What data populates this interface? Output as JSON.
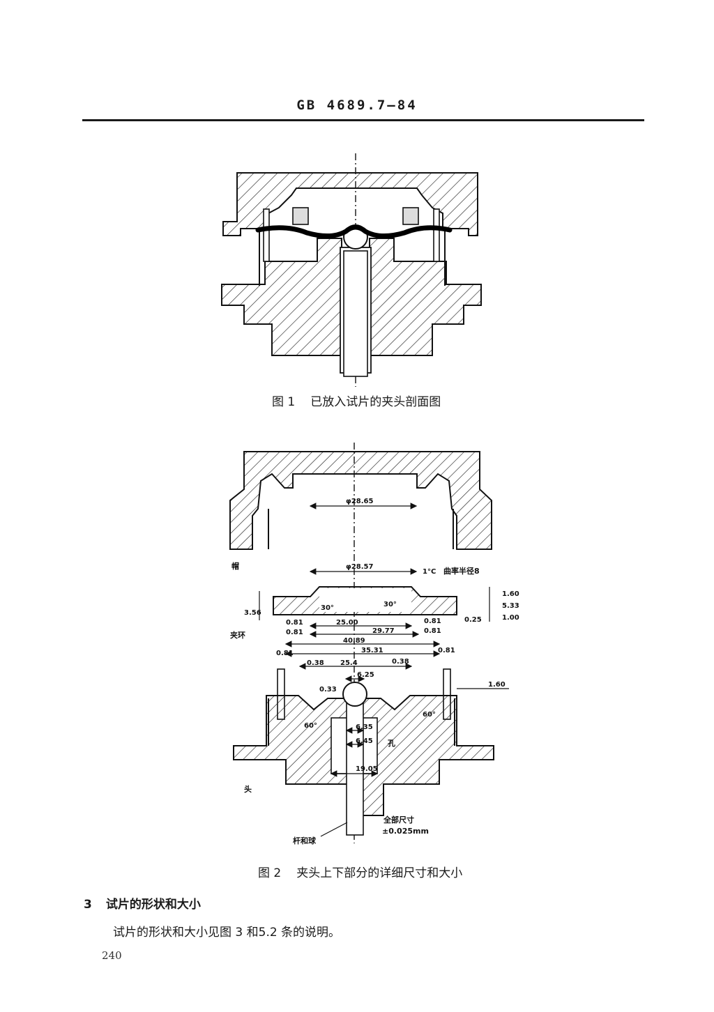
{
  "header": {
    "code": "GB 4689.7—84"
  },
  "figure1": {
    "number": "图 1",
    "title": "已放入试片的夹头剖面图"
  },
  "figure2": {
    "number": "图 2",
    "title": "夹头上下部分的详细尺寸和大小",
    "labels": {
      "cap": "帽",
      "clamp_ring": "夹环",
      "head": "头",
      "rod_ball": "杆和球",
      "hole": "孔",
      "all_dims_line1": "全部尺寸",
      "all_dims_line2": "±0.025mm",
      "curvature": "曲率半径8"
    },
    "dimensions": {
      "cap_dia": "φ28.65",
      "ring_top_dia": "φ28.57",
      "angle_1c": "1°C",
      "d160_top": "1.60",
      "d533": "5.33",
      "d100": "1.00",
      "d025": "0.25",
      "d356": "3.56",
      "angle30_left": "30°",
      "angle30_right": "30°",
      "d081_a": "0.81",
      "d081_b": "0.81",
      "d081_c": "0.81",
      "d081_d": "0.81",
      "d2500": "25.00",
      "d2977": "29.77",
      "d4089": "40.89",
      "d3531": "35.31",
      "d081_e": "0.81",
      "d081_f": "0.81",
      "d038_a": "0.38",
      "d254": "25.4",
      "d038_b": "0.38",
      "d625": "6.25",
      "d033": "0.33",
      "d160_head": "1.60",
      "angle60_left": "60°",
      "angle60_right": "60°",
      "d635": "6.35",
      "d645": "6.45",
      "d1905": "19.05"
    }
  },
  "section": {
    "number": "3",
    "title": "试片的形状和大小"
  },
  "paragraph": "试片的形状和大小见图 3 和5.2 条的说明。",
  "page_number": "240"
}
